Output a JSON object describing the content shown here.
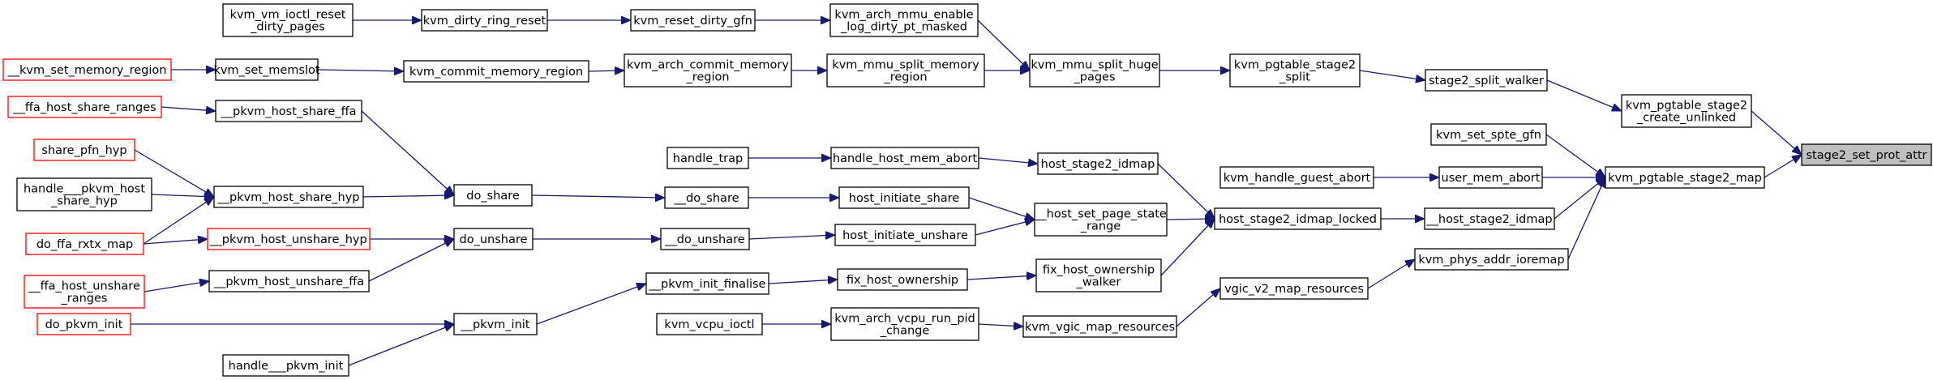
{
  "graph": {
    "nodes": [
      {
        "id": "kvm_vm_ioctl_reset_dirty_pages",
        "lines": [
          "kvm_vm_ioctl_reset",
          "_dirty_pages"
        ],
        "style": "normal"
      },
      {
        "id": "kvm_dirty_ring_reset",
        "lines": [
          "kvm_dirty_ring_reset"
        ],
        "style": "normal"
      },
      {
        "id": "kvm_reset_dirty_gfn",
        "lines": [
          "kvm_reset_dirty_gfn"
        ],
        "style": "normal"
      },
      {
        "id": "kvm_arch_mmu_enable_log_dirty_pt_masked",
        "lines": [
          "kvm_arch_mmu_enable",
          "_log_dirty_pt_masked"
        ],
        "style": "normal"
      },
      {
        "id": "__kvm_set_memory_region",
        "lines": [
          "__kvm_set_memory_region"
        ],
        "style": "red"
      },
      {
        "id": "kvm_set_memslot",
        "lines": [
          "kvm_set_memslot"
        ],
        "style": "normal"
      },
      {
        "id": "kvm_commit_memory_region",
        "lines": [
          "kvm_commit_memory_region"
        ],
        "style": "normal"
      },
      {
        "id": "kvm_arch_commit_memory_region",
        "lines": [
          "kvm_arch_commit_memory",
          "_region"
        ],
        "style": "normal"
      },
      {
        "id": "kvm_mmu_split_memory_region",
        "lines": [
          "kvm_mmu_split_memory",
          "_region"
        ],
        "style": "normal"
      },
      {
        "id": "kvm_mmu_split_huge_pages",
        "lines": [
          "kvm_mmu_split_huge",
          "_pages"
        ],
        "style": "normal"
      },
      {
        "id": "kvm_pgtable_stage2_split",
        "lines": [
          "kvm_pgtable_stage2",
          "_split"
        ],
        "style": "normal"
      },
      {
        "id": "stage2_split_walker",
        "lines": [
          "stage2_split_walker"
        ],
        "style": "normal"
      },
      {
        "id": "kvm_pgtable_stage2_create_unlinked",
        "lines": [
          "kvm_pgtable_stage2",
          "_create_unlinked"
        ],
        "style": "normal"
      },
      {
        "id": "stage2_set_prot_attr",
        "lines": [
          "stage2_set_prot_attr"
        ],
        "style": "root"
      },
      {
        "id": "__ffa_host_share_ranges",
        "lines": [
          "__ffa_host_share_ranges"
        ],
        "style": "red"
      },
      {
        "id": "__pkvm_host_share_ffa",
        "lines": [
          "__pkvm_host_share_ffa"
        ],
        "style": "normal"
      },
      {
        "id": "share_pfn_hyp",
        "lines": [
          "share_pfn_hyp"
        ],
        "style": "red"
      },
      {
        "id": "handle___pkvm_host_share_hyp",
        "lines": [
          "handle___pkvm_host",
          "_share_hyp"
        ],
        "style": "normal"
      },
      {
        "id": "do_ffa_rxtx_map",
        "lines": [
          "do_ffa_rxtx_map"
        ],
        "style": "red"
      },
      {
        "id": "__pkvm_host_share_hyp",
        "lines": [
          "__pkvm_host_share_hyp"
        ],
        "style": "normal"
      },
      {
        "id": "__pkvm_host_unshare_hyp",
        "lines": [
          "__pkvm_host_unshare_hyp"
        ],
        "style": "red"
      },
      {
        "id": "__ffa_host_unshare_ranges",
        "lines": [
          "__ffa_host_unshare",
          "_ranges"
        ],
        "style": "red"
      },
      {
        "id": "__pkvm_host_unshare_ffa",
        "lines": [
          "__pkvm_host_unshare_ffa"
        ],
        "style": "normal"
      },
      {
        "id": "do_pkvm_init",
        "lines": [
          "do_pkvm_init"
        ],
        "style": "red"
      },
      {
        "id": "handle___pkvm_init",
        "lines": [
          "handle___pkvm_init"
        ],
        "style": "normal"
      },
      {
        "id": "do_share",
        "lines": [
          "do_share"
        ],
        "style": "normal"
      },
      {
        "id": "do_unshare",
        "lines": [
          "do_unshare"
        ],
        "style": "normal"
      },
      {
        "id": "__pkvm_init",
        "lines": [
          "__pkvm_init"
        ],
        "style": "normal"
      },
      {
        "id": "handle_trap",
        "lines": [
          "handle_trap"
        ],
        "style": "normal"
      },
      {
        "id": "__do_share",
        "lines": [
          "__do_share"
        ],
        "style": "normal"
      },
      {
        "id": "__do_unshare",
        "lines": [
          "__do_unshare"
        ],
        "style": "normal"
      },
      {
        "id": "__pkvm_init_finalise",
        "lines": [
          "__pkvm_init_finalise"
        ],
        "style": "normal"
      },
      {
        "id": "kvm_vcpu_ioctl",
        "lines": [
          "kvm_vcpu_ioctl"
        ],
        "style": "normal"
      },
      {
        "id": "handle_host_mem_abort",
        "lines": [
          "handle_host_mem_abort"
        ],
        "style": "normal"
      },
      {
        "id": "host_initiate_share",
        "lines": [
          "host_initiate_share"
        ],
        "style": "normal"
      },
      {
        "id": "host_initiate_unshare",
        "lines": [
          "host_initiate_unshare"
        ],
        "style": "normal"
      },
      {
        "id": "fix_host_ownership",
        "lines": [
          "fix_host_ownership"
        ],
        "style": "normal"
      },
      {
        "id": "kvm_arch_vcpu_run_pid_change",
        "lines": [
          "kvm_arch_vcpu_run_pid",
          "_change"
        ],
        "style": "normal"
      },
      {
        "id": "host_stage2_idmap",
        "lines": [
          "host_stage2_idmap"
        ],
        "style": "normal"
      },
      {
        "id": "__host_set_page_state_range",
        "lines": [
          "__host_set_page_state",
          "_range"
        ],
        "style": "normal"
      },
      {
        "id": "fix_host_ownership_walker",
        "lines": [
          "fix_host_ownership",
          "_walker"
        ],
        "style": "normal"
      },
      {
        "id": "kvm_vgic_map_resources",
        "lines": [
          "kvm_vgic_map_resources"
        ],
        "style": "normal"
      },
      {
        "id": "kvm_handle_guest_abort",
        "lines": [
          "kvm_handle_guest_abort"
        ],
        "style": "normal"
      },
      {
        "id": "host_stage2_idmap_locked",
        "lines": [
          "host_stage2_idmap_locked"
        ],
        "style": "normal"
      },
      {
        "id": "vgic_v2_map_resources",
        "lines": [
          "vgic_v2_map_resources"
        ],
        "style": "normal"
      },
      {
        "id": "kvm_set_spte_gfn",
        "lines": [
          "kvm_set_spte_gfn"
        ],
        "style": "normal"
      },
      {
        "id": "user_mem_abort",
        "lines": [
          "user_mem_abort"
        ],
        "style": "normal"
      },
      {
        "id": "__host_stage2_idmap",
        "lines": [
          "__host_stage2_idmap"
        ],
        "style": "normal"
      },
      {
        "id": "kvm_phys_addr_ioremap",
        "lines": [
          "kvm_phys_addr_ioremap"
        ],
        "style": "normal"
      },
      {
        "id": "kvm_pgtable_stage2_map",
        "lines": [
          "kvm_pgtable_stage2_map"
        ],
        "style": "normal"
      }
    ],
    "edges": [
      [
        "kvm_vm_ioctl_reset_dirty_pages",
        "kvm_dirty_ring_reset"
      ],
      [
        "kvm_dirty_ring_reset",
        "kvm_reset_dirty_gfn"
      ],
      [
        "kvm_reset_dirty_gfn",
        "kvm_arch_mmu_enable_log_dirty_pt_masked"
      ],
      [
        "kvm_arch_mmu_enable_log_dirty_pt_masked",
        "kvm_mmu_split_huge_pages"
      ],
      [
        "__kvm_set_memory_region",
        "kvm_set_memslot"
      ],
      [
        "kvm_set_memslot",
        "kvm_commit_memory_region"
      ],
      [
        "kvm_commit_memory_region",
        "kvm_arch_commit_memory_region"
      ],
      [
        "kvm_arch_commit_memory_region",
        "kvm_mmu_split_memory_region"
      ],
      [
        "kvm_mmu_split_memory_region",
        "kvm_mmu_split_huge_pages"
      ],
      [
        "kvm_mmu_split_huge_pages",
        "kvm_pgtable_stage2_split"
      ],
      [
        "kvm_pgtable_stage2_split",
        "stage2_split_walker"
      ],
      [
        "stage2_split_walker",
        "kvm_pgtable_stage2_create_unlinked"
      ],
      [
        "kvm_pgtable_stage2_create_unlinked",
        "stage2_set_prot_attr"
      ],
      [
        "__ffa_host_share_ranges",
        "__pkvm_host_share_ffa"
      ],
      [
        "__pkvm_host_share_ffa",
        "do_share"
      ],
      [
        "share_pfn_hyp",
        "__pkvm_host_share_hyp"
      ],
      [
        "handle___pkvm_host_share_hyp",
        "__pkvm_host_share_hyp"
      ],
      [
        "do_ffa_rxtx_map",
        "__pkvm_host_share_hyp"
      ],
      [
        "do_ffa_rxtx_map",
        "__pkvm_host_unshare_hyp"
      ],
      [
        "__pkvm_host_share_hyp",
        "do_share"
      ],
      [
        "__pkvm_host_unshare_hyp",
        "do_unshare"
      ],
      [
        "__ffa_host_unshare_ranges",
        "__pkvm_host_unshare_ffa"
      ],
      [
        "__pkvm_host_unshare_ffa",
        "do_unshare"
      ],
      [
        "do_pkvm_init",
        "__pkvm_init"
      ],
      [
        "handle___pkvm_init",
        "__pkvm_init"
      ],
      [
        "do_share",
        "__do_share"
      ],
      [
        "do_unshare",
        "__do_unshare"
      ],
      [
        "__pkvm_init",
        "__pkvm_init_finalise"
      ],
      [
        "handle_trap",
        "handle_host_mem_abort"
      ],
      [
        "__do_share",
        "host_initiate_share"
      ],
      [
        "__do_unshare",
        "host_initiate_unshare"
      ],
      [
        "__pkvm_init_finalise",
        "fix_host_ownership"
      ],
      [
        "kvm_vcpu_ioctl",
        "kvm_arch_vcpu_run_pid_change"
      ],
      [
        "handle_host_mem_abort",
        "host_stage2_idmap"
      ],
      [
        "host_initiate_share",
        "__host_set_page_state_range"
      ],
      [
        "host_initiate_unshare",
        "__host_set_page_state_range"
      ],
      [
        "fix_host_ownership",
        "fix_host_ownership_walker"
      ],
      [
        "kvm_arch_vcpu_run_pid_change",
        "kvm_vgic_map_resources"
      ],
      [
        "host_stage2_idmap",
        "host_stage2_idmap_locked"
      ],
      [
        "__host_set_page_state_range",
        "host_stage2_idmap_locked"
      ],
      [
        "fix_host_ownership_walker",
        "host_stage2_idmap_locked"
      ],
      [
        "kvm_vgic_map_resources",
        "vgic_v2_map_resources"
      ],
      [
        "kvm_handle_guest_abort",
        "user_mem_abort"
      ],
      [
        "host_stage2_idmap_locked",
        "__host_stage2_idmap"
      ],
      [
        "vgic_v2_map_resources",
        "kvm_phys_addr_ioremap"
      ],
      [
        "kvm_set_spte_gfn",
        "kvm_pgtable_stage2_map"
      ],
      [
        "user_mem_abort",
        "kvm_pgtable_stage2_map"
      ],
      [
        "__host_stage2_idmap",
        "kvm_pgtable_stage2_map"
      ],
      [
        "kvm_phys_addr_ioremap",
        "kvm_pgtable_stage2_map"
      ],
      [
        "kvm_pgtable_stage2_map",
        "stage2_set_prot_attr"
      ]
    ]
  },
  "colors": {
    "edge": "#191970",
    "red_border": "#ff0000",
    "root_fill": "#bfbfbf"
  }
}
